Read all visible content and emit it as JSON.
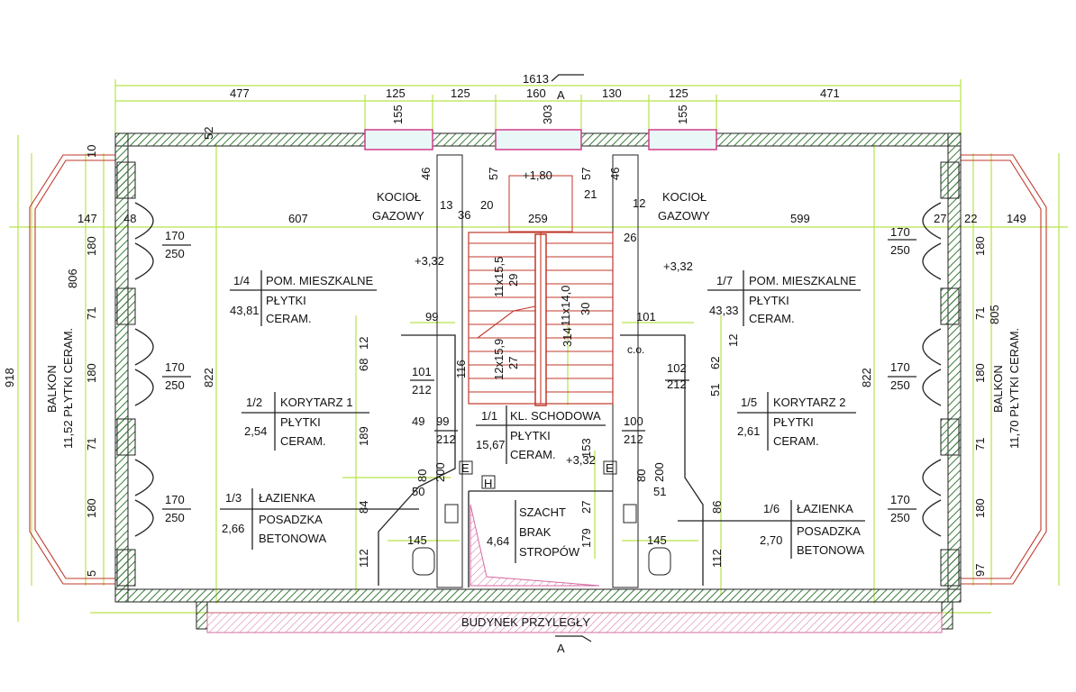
{
  "dimensions": {
    "overall": "1613",
    "top_segments": [
      "477",
      "125",
      "125",
      "160",
      "130",
      "125",
      "471"
    ],
    "left_overall": "918",
    "left_balcony": "806",
    "right_balcony": "805",
    "left_h_segments": [
      "147",
      "48",
      "607"
    ],
    "center_h": "259",
    "right_h_segments": [
      "599",
      "27",
      "22",
      "149"
    ],
    "window_heights": [
      "155",
      "303",
      "155"
    ],
    "left_v_segments": [
      "180",
      "71",
      "180",
      "71",
      "180"
    ],
    "room_heights": [
      "822",
      "822"
    ],
    "misc": [
      "99",
      "101",
      "145",
      "145",
      "46",
      "57",
      "57",
      "46",
      "13",
      "20",
      "36",
      "21",
      "12",
      "26",
      "189",
      "153",
      "179",
      "112",
      "112",
      "84",
      "86",
      "51",
      "50",
      "49",
      "12",
      "12",
      "68",
      "62",
      "51",
      "27",
      "116",
      "314",
      "5",
      "10",
      "97",
      "52"
    ]
  },
  "section_marker": "A",
  "levels": {
    "stair_top": "+1,80",
    "left": "+3,32",
    "right": "+3,32",
    "landing": "+3,32"
  },
  "labels": {
    "kociol_left": [
      "KOCIOŁ",
      "GAZOWY"
    ],
    "kociol_right": [
      "KOCIOŁ",
      "GAZOWY"
    ],
    "balkon_left": [
      "BALKON",
      "11,52 PŁYTKI CERAM."
    ],
    "balkon_right": [
      "BALKON",
      "11,70 PŁYTKI CERAM."
    ],
    "budynek": "BUDYNEK PRZYLEGŁY",
    "co": "c.o."
  },
  "rooms": [
    {
      "num": "1/4",
      "name": "POM. MIESZKALNE",
      "area": "43,81",
      "finish": [
        "PŁYTKI",
        "CERAM."
      ]
    },
    {
      "num": "1/7",
      "name": "POM. MIESZKALNE",
      "area": "43,33",
      "finish": [
        "PŁYTKI",
        "CERAM."
      ]
    },
    {
      "num": "1/2",
      "name": "KORYTARZ 1",
      "area": "2,54",
      "finish": [
        "PŁYTKI",
        "CERAM."
      ]
    },
    {
      "num": "1/5",
      "name": "KORYTARZ 2",
      "area": "2,61",
      "finish": [
        "PŁYTKI",
        "CERAM."
      ]
    },
    {
      "num": "1/1",
      "name": "KL. SCHODOWA",
      "area": "15,67",
      "finish": [
        "PŁYTKI",
        "CERAM."
      ]
    },
    {
      "num": "1/3",
      "name": "ŁAZIENKA",
      "area": "2,66",
      "finish": [
        "POSADZKA",
        "BETONOWA"
      ]
    },
    {
      "num": "1/6",
      "name": "ŁAZIENKA",
      "area": "2,70",
      "finish": [
        "POSADZKA",
        "BETONOWA"
      ]
    },
    {
      "num": "",
      "name": "SZACHT",
      "area": "4,64",
      "finish": [
        "BRAK",
        "STROPÓW"
      ]
    }
  ],
  "openings": {
    "left_windows": [
      [
        "170",
        "250"
      ],
      [
        "170",
        "250"
      ],
      [
        "170",
        "250"
      ]
    ],
    "right_windows": [
      [
        "170",
        "250"
      ],
      [
        "170",
        "250"
      ],
      [
        "170",
        "250"
      ]
    ],
    "doors": [
      [
        "101",
        "212"
      ],
      [
        "102",
        "212"
      ],
      [
        "99",
        "212"
      ],
      [
        "100",
        "212"
      ],
      [
        "80",
        "200"
      ],
      [
        "80",
        "200"
      ]
    ]
  },
  "stairs": {
    "flight1": [
      "11x15,5",
      "29"
    ],
    "flight2": [
      "11x14,0",
      "30"
    ],
    "flight3": [
      "12x15,9",
      "27"
    ]
  },
  "symbols": {
    "e1": "E",
    "e2": "E",
    "h": "H"
  }
}
